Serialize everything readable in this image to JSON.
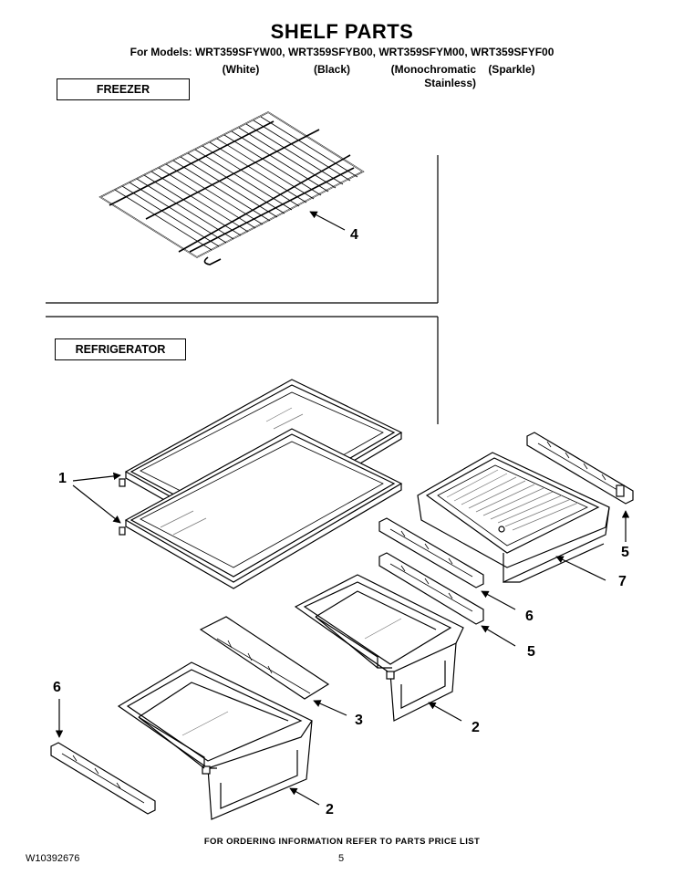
{
  "page": {
    "title": "SHELF PARTS",
    "models_line": "For Models: WRT359SFYW00, WRT359SFYB00, WRT359SFYM00, WRT359SFYF00",
    "variants": [
      "(White)",
      "(Black)",
      "(Monochromatic\nStainless)",
      "(Sparkle)"
    ]
  },
  "sections": {
    "freezer_label": "FREEZER",
    "refrigerator_label": "REFRIGERATOR"
  },
  "callouts": {
    "wire_shelf": "4",
    "glass_shelves": "1",
    "crisper_rail_right": "5",
    "deli_drawer": "7",
    "rail_center_upper": "6",
    "rail_center_lower": "5",
    "drawer_cover": "3",
    "crisper_drawer_right": "2",
    "rail_left": "6",
    "crisper_drawer_left": "2"
  },
  "footer": {
    "ordering_note": "FOR ORDERING INFORMATION REFER TO PARTS PRICE LIST",
    "document_number": "W10392676",
    "page_number": "5"
  }
}
